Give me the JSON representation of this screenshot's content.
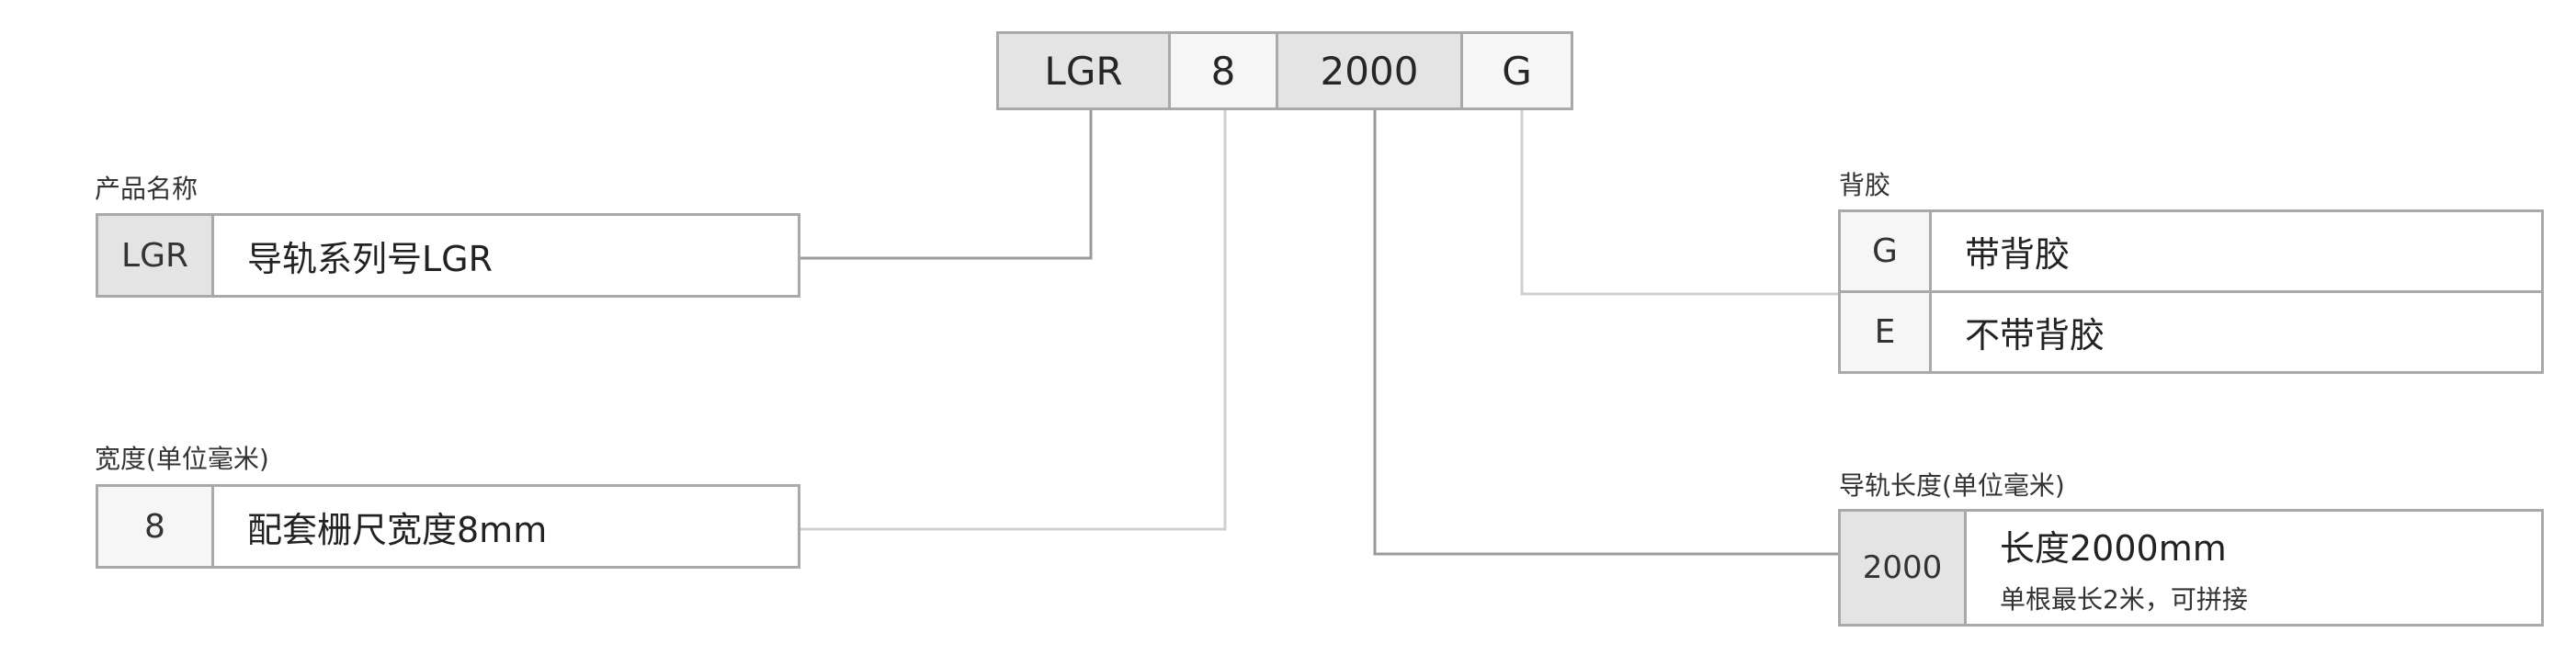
{
  "code": {
    "segments": [
      "LGR",
      "8",
      "2000",
      "G"
    ]
  },
  "product_name": {
    "label": "产品名称",
    "key": "LGR",
    "value": "导轨系列号LGR"
  },
  "width": {
    "label": "宽度(单位毫米)",
    "key": "8",
    "value": "配套栅尺宽度8mm"
  },
  "backing": {
    "label": "背胶",
    "options": [
      {
        "key": "G",
        "value": "带背胶"
      },
      {
        "key": "E",
        "value": "不带背胶"
      }
    ]
  },
  "length": {
    "label": "导轨长度(单位毫米)",
    "key": "2000",
    "value": "长度2000mm",
    "note": "单根最长2米，可拼接"
  },
  "colors": {
    "border": "#a9a9a9",
    "dark_cell": "#e4e4e4",
    "light_cell": "#f6f6f6",
    "connector": "#9a9a9a",
    "connector_light": "#cfcfcf"
  }
}
